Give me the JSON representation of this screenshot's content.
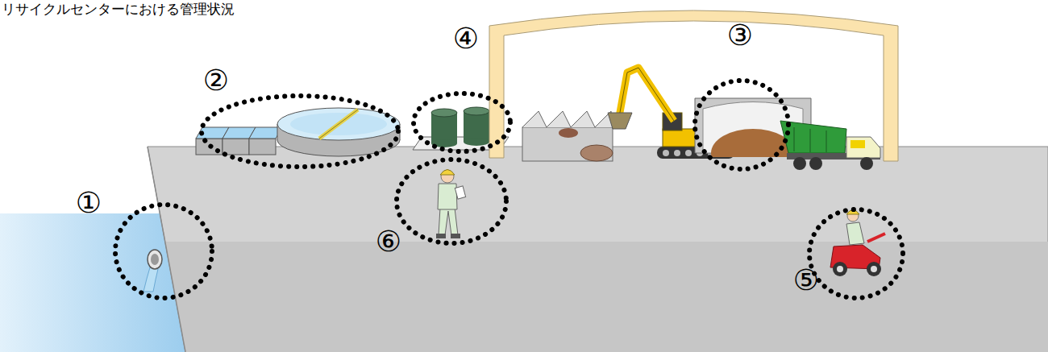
{
  "diagram": {
    "title": "リサイクルセンターにおける管理状況",
    "labels": [
      "①",
      "②",
      "③",
      "④",
      "⑤",
      "⑥"
    ]
  }
}
